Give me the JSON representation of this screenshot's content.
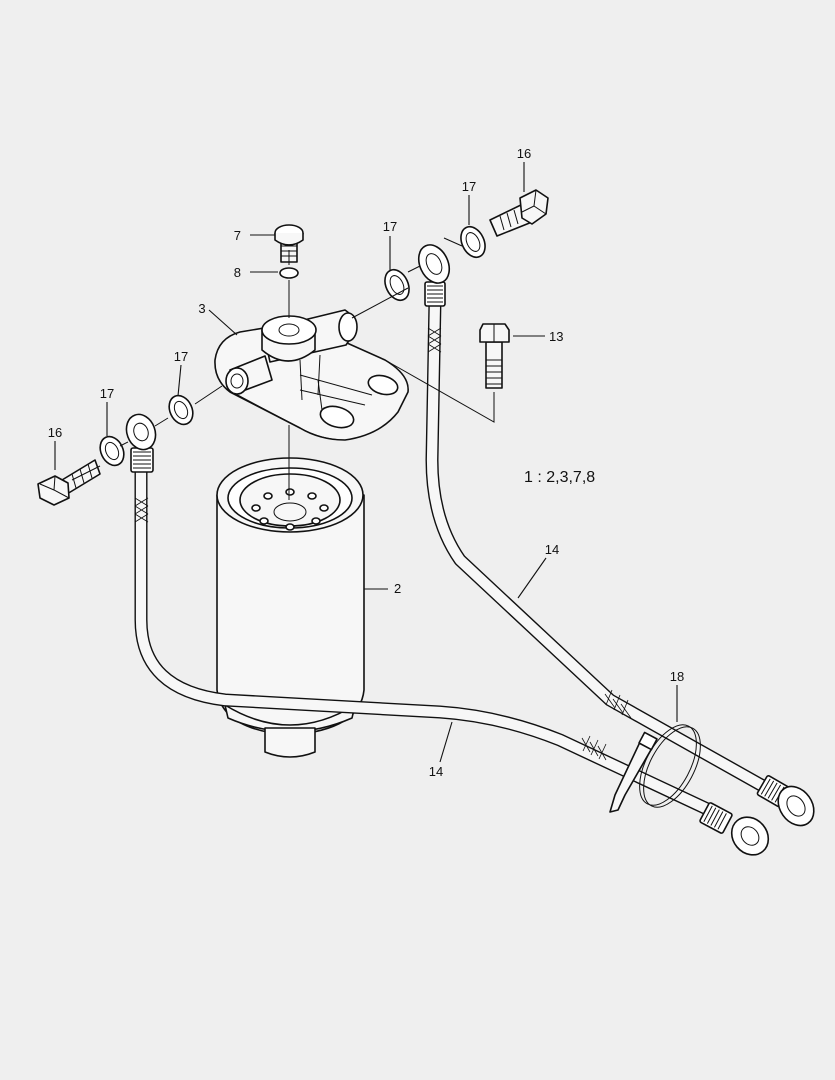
{
  "figure": {
    "note": "1 : 2,3,7,8",
    "callouts": {
      "filter_cartridge": "2",
      "filter_head": "3",
      "plug": "7",
      "o_ring": "8",
      "bolt": "13",
      "hose_upper": "14",
      "hose_lower": "14",
      "banjo_bolt_left": "16",
      "banjo_bolt_right": "16",
      "washer_left_outer": "17",
      "washer_left_inner": "17",
      "washer_right_inner": "17",
      "washer_right_outer": "17",
      "cable_tie": "18"
    }
  }
}
